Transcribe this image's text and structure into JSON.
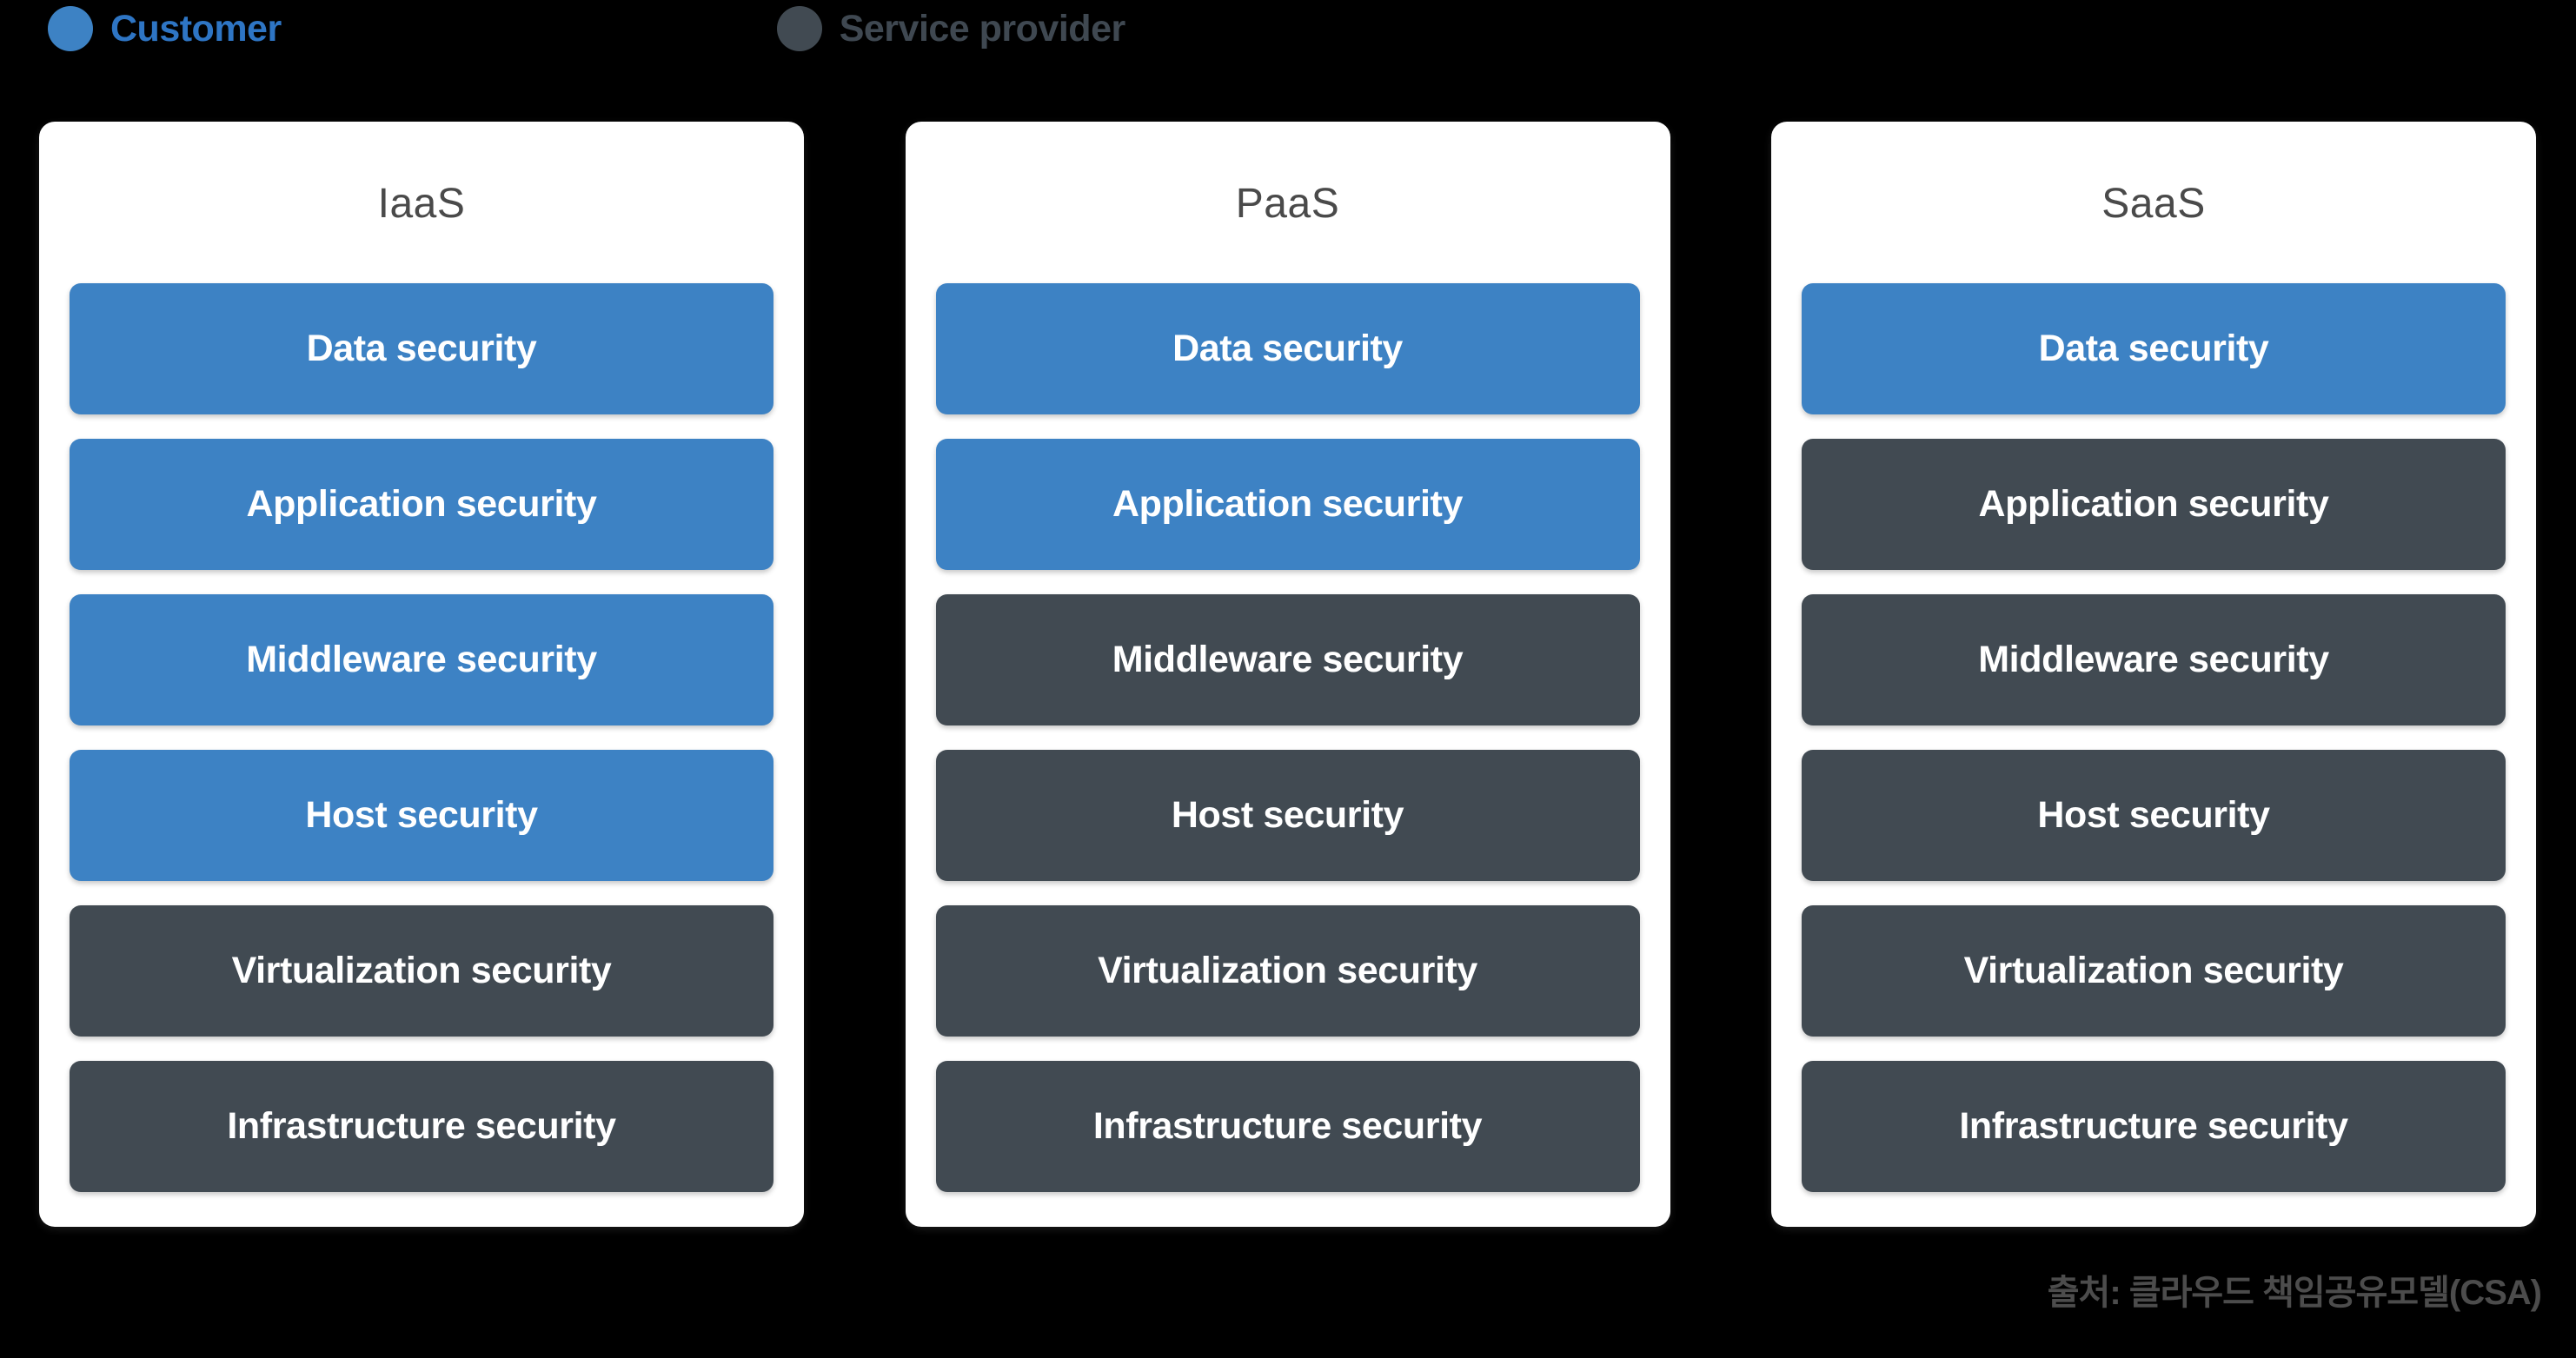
{
  "legend": {
    "items": [
      {
        "label": "Customer",
        "role": "customer",
        "icon": "filled-circle-icon",
        "color": "#2e75c4",
        "dot_color": "#3d82c4"
      },
      {
        "label": "Service provider",
        "role": "provider",
        "icon": "filled-circle-icon",
        "color": "#3f4851",
        "dot_color": "#414a52"
      }
    ]
  },
  "colors": {
    "customer": "#3d82c4",
    "provider": "#414a52",
    "background": "#000000",
    "card": "#ffffff",
    "title": "#4a4a4a",
    "footer": "#4c4c4c"
  },
  "cards": [
    {
      "title": "IaaS",
      "rows": [
        {
          "label": "Data security",
          "owner": "customer"
        },
        {
          "label": "Application security",
          "owner": "customer"
        },
        {
          "label": "Middleware security",
          "owner": "customer"
        },
        {
          "label": "Host security",
          "owner": "customer"
        },
        {
          "label": "Virtualization security",
          "owner": "provider"
        },
        {
          "label": "Infrastructure security",
          "owner": "provider"
        }
      ]
    },
    {
      "title": "PaaS",
      "rows": [
        {
          "label": "Data security",
          "owner": "customer"
        },
        {
          "label": "Application security",
          "owner": "customer"
        },
        {
          "label": "Middleware security",
          "owner": "provider"
        },
        {
          "label": "Host security",
          "owner": "provider"
        },
        {
          "label": "Virtualization security",
          "owner": "provider"
        },
        {
          "label": "Infrastructure security",
          "owner": "provider"
        }
      ]
    },
    {
      "title": "SaaS",
      "rows": [
        {
          "label": "Data security",
          "owner": "customer"
        },
        {
          "label": "Application security",
          "owner": "provider"
        },
        {
          "label": "Middleware security",
          "owner": "provider"
        },
        {
          "label": "Host security",
          "owner": "provider"
        },
        {
          "label": "Virtualization security",
          "owner": "provider"
        },
        {
          "label": "Infrastructure security",
          "owner": "provider"
        }
      ]
    }
  ],
  "footer": {
    "source": "출처: 클라우드 책임공유모델(CSA)"
  }
}
